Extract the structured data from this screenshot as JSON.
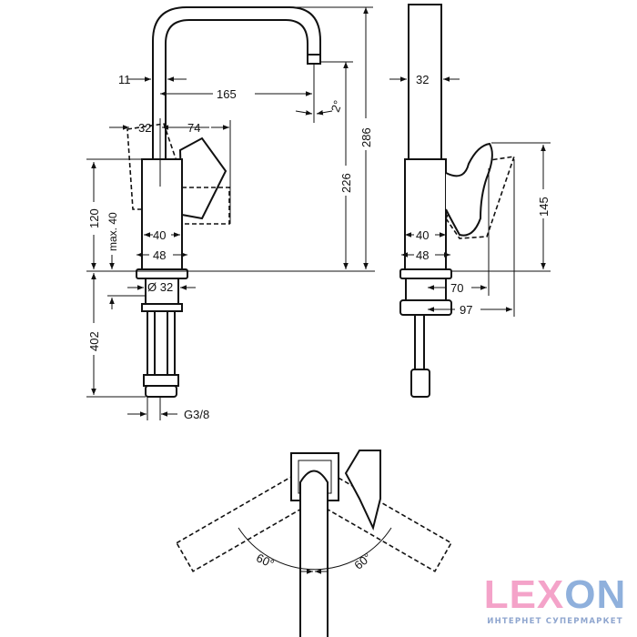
{
  "side_view": {
    "dims": {
      "d11": "11",
      "d165": "165",
      "d2deg": "2°",
      "d32": "32",
      "d74": "74",
      "d120": "120",
      "dmax40": "max. 40",
      "d40": "40",
      "d48": "48",
      "d226": "226",
      "d286": "286",
      "dphi32": "Ø 32",
      "d402": "402",
      "dthread": "G3/8"
    }
  },
  "front_view": {
    "dims": {
      "d32": "32",
      "d145": "145",
      "d40": "40",
      "d48": "48",
      "d70": "70",
      "d97": "97"
    }
  },
  "top_view": {
    "dims": {
      "left_angle": "60°",
      "right_angle": "60°"
    }
  },
  "logo": {
    "word_part1": "LEX",
    "word_part2": "ON",
    "subtitle": "ИНТЕРНЕТ СУПЕРМАРКЕТ",
    "colors": {
      "pink": "#f4a3c9",
      "blue": "#8fb0dc"
    }
  }
}
